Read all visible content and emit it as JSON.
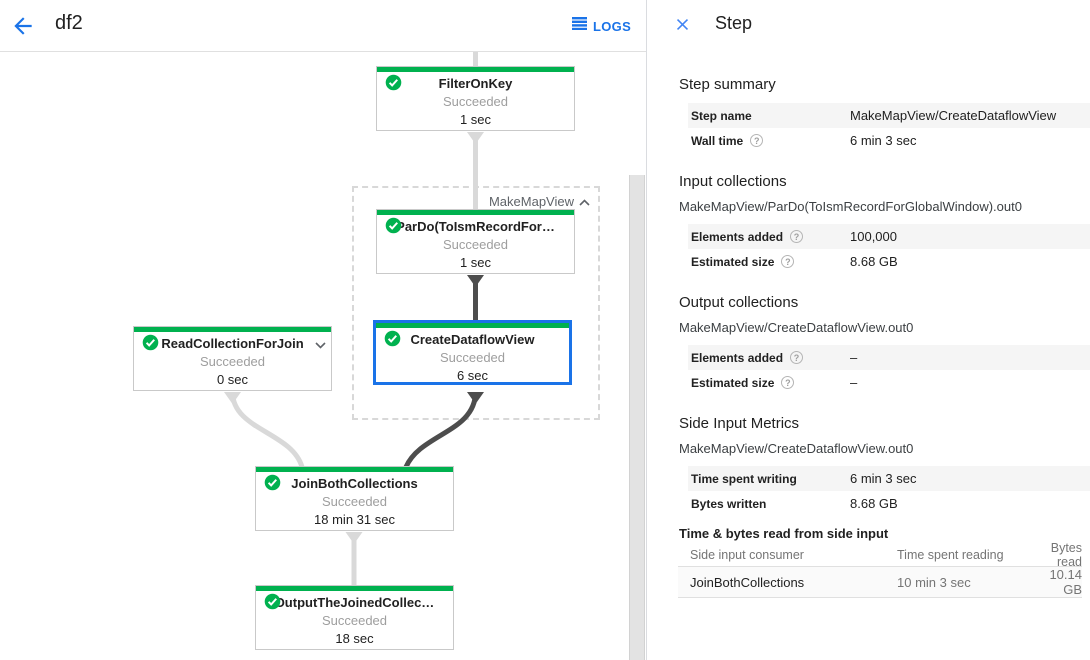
{
  "topbar": {
    "title": "df2",
    "logs_label": "LOGS"
  },
  "icons": {
    "help_glyph": "?"
  },
  "colors": {
    "accent_blue": "#1a73e8",
    "success_green": "#00b14f",
    "dark_edge": "#4d4d4d",
    "light_edge": "#d9d9d9"
  },
  "graph": {
    "group_label": "MakeMapView",
    "nodes": [
      {
        "title": "FilterOnKey",
        "status": "Succeeded",
        "time": "1 sec"
      },
      {
        "title": "ParDo(ToIsmRecordFor…",
        "status": "Succeeded",
        "time": "1 sec"
      },
      {
        "title": "CreateDataflowView",
        "status": "Succeeded",
        "time": "6 sec",
        "selected": true
      },
      {
        "title": "ReadCollectionForJoin",
        "status": "Succeeded",
        "time": "0 sec"
      },
      {
        "title": "JoinBothCollections",
        "status": "Succeeded",
        "time": "18 min 31 sec"
      },
      {
        "title": "OutputTheJoinedCollec…",
        "status": "Succeeded",
        "time": "18 sec"
      }
    ]
  },
  "panel": {
    "title": "Step",
    "step_summary": {
      "heading": "Step summary",
      "rows": [
        {
          "label": "Step name",
          "value": "MakeMapView/CreateDataflowView"
        },
        {
          "label": "Wall time",
          "value": "6 min 3 sec"
        }
      ]
    },
    "input_collections": {
      "heading": "Input collections",
      "path": "MakeMapView/ParDo(ToIsmRecordForGlobalWindow).out0",
      "rows": [
        {
          "label": "Elements added",
          "value": "100,000"
        },
        {
          "label": "Estimated size",
          "value": "8.68 GB"
        }
      ]
    },
    "output_collections": {
      "heading": "Output collections",
      "path": "MakeMapView/CreateDataflowView.out0",
      "rows": [
        {
          "label": "Elements added",
          "value": "–"
        },
        {
          "label": "Estimated size",
          "value": "–"
        }
      ]
    },
    "side_input_metrics": {
      "heading": "Side Input Metrics",
      "path": "MakeMapView/CreateDataflowView.out0",
      "rows": [
        {
          "label": "Time spent writing",
          "value": "6 min 3 sec"
        },
        {
          "label": "Bytes written",
          "value": "8.68 GB"
        }
      ]
    },
    "side_input_table": {
      "heading": "Time & bytes read from side input",
      "columns": [
        "Side input consumer",
        "Time spent reading",
        "Bytes read"
      ],
      "rows": [
        [
          "JoinBothCollections",
          "10 min 3 sec",
          "10.14 GB"
        ]
      ]
    }
  }
}
